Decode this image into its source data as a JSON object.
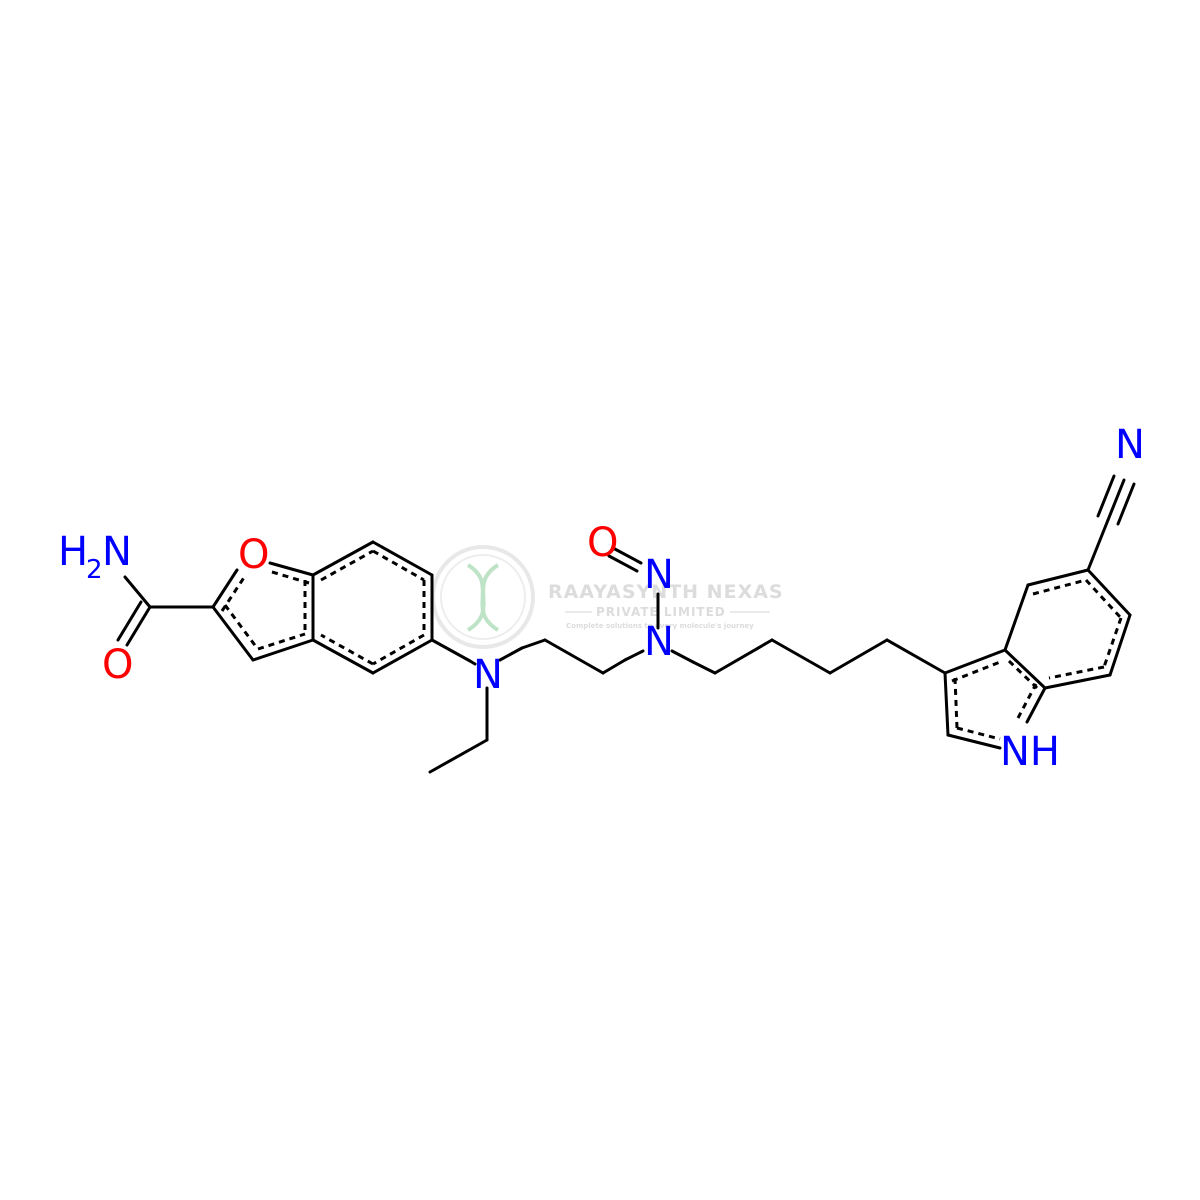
{
  "colors": {
    "bond": "#000000",
    "nitrogen": "#0000ff",
    "oxygen": "#ff0000",
    "watermark": "#d9d9d9",
    "watermark_accent": "#b8e0c0"
  },
  "atoms": {
    "amide_n": "H",
    "amide_n_sub": "2",
    "amide_n_tail": "N",
    "amide_o": "O",
    "furan_o": "O",
    "tertiary_n": "N",
    "nitroso_o": "O",
    "nitroso_n": "N",
    "amine_n": "N",
    "indole_nh": "NH",
    "nitrile_n": "N"
  },
  "watermark": {
    "company": "RAAYASYNTH NEXAS",
    "subtitle": "PRIVATE LIMITED",
    "tagline": "Complete solutions to every molecule's journey"
  }
}
